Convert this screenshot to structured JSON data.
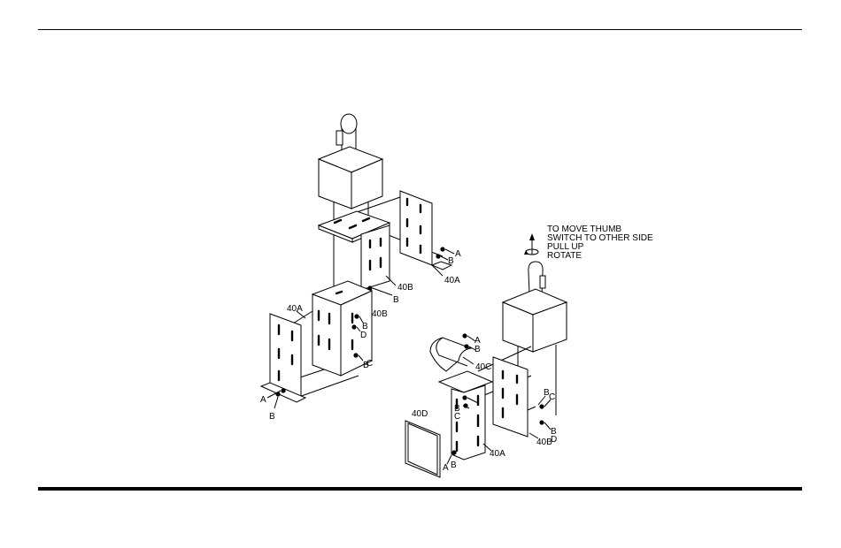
{
  "labels": {
    "l40A_top": "40A",
    "l40B_top": "40B",
    "l40B_mid": "40B",
    "l40A_left": "40A",
    "l40C": "40C",
    "l40D": "40D",
    "l40A_right": "40A",
    "l40B_right": "40B"
  },
  "letters": {
    "a1": "A",
    "b1": "B",
    "b2": "B",
    "b3": "B",
    "d1": "D",
    "c1": "C",
    "a2": "A",
    "b4": "B",
    "a3": "A",
    "b5": "B",
    "b6": "B",
    "c2": "C",
    "b7": "B",
    "c3": "C",
    "a4": "A",
    "b8": "B",
    "b9": "B",
    "d2": "D"
  },
  "instructions": {
    "line1": "TO MOVE THUMB",
    "line2": "SWITCH TO OTHER SIDE",
    "line3": "PULL UP",
    "line4": "ROTATE"
  }
}
